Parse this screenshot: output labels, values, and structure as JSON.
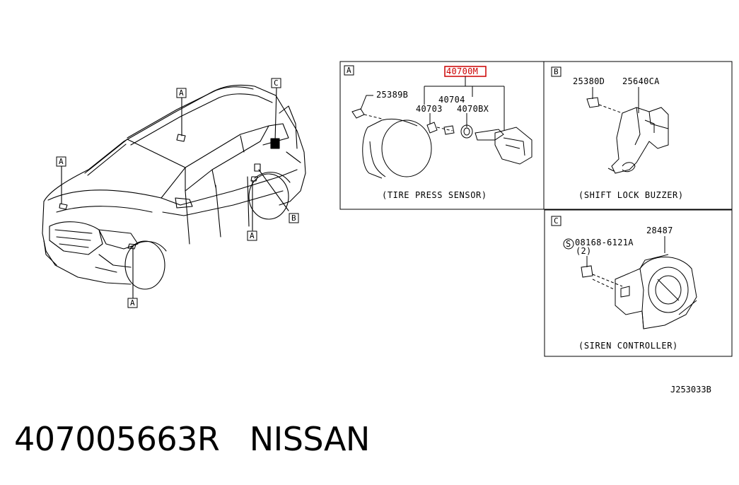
{
  "diagram": {
    "car_callouts": [
      {
        "id": "callout-a-roof",
        "text": "A"
      },
      {
        "id": "callout-a-front",
        "text": "A"
      },
      {
        "id": "callout-a-rear",
        "text": "A"
      },
      {
        "id": "callout-a-bottom",
        "text": "A"
      },
      {
        "id": "callout-b",
        "text": "B"
      },
      {
        "id": "callout-c",
        "text": "C"
      }
    ],
    "panel_a": {
      "tag": "A",
      "highlighted_part": "40700M",
      "parts": [
        "25389B",
        "40704",
        "40703",
        "4070BX"
      ],
      "caption": "(TIRE PRESS SENSOR)"
    },
    "panel_b": {
      "tag": "B",
      "parts": [
        "25380D",
        "25640CA"
      ],
      "caption": "(SHIFT LOCK BUZZER)"
    },
    "panel_c": {
      "tag": "C",
      "parts": [
        "08168-6121A",
        "(2)",
        "28487"
      ],
      "s_mark": "S",
      "caption": "(SIREN CONTROLLER)"
    },
    "drawing_code": "J253033B"
  },
  "footer": {
    "part_number": "407005663R",
    "brand": "NISSAN",
    "title_text": "407005663R   NISSAN"
  }
}
